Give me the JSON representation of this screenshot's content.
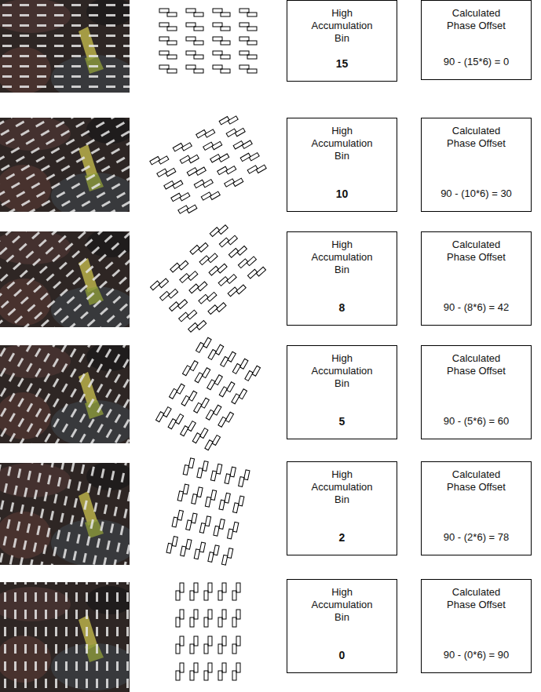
{
  "diagram": {
    "nodes": [
      {
        "text": [
          "High Accumulation Bin",
          "15"
        ]
      },
      {
        "text": [
          "Calculated Phase Offset",
          "90 - (15*6) = 0"
        ]
      },
      {
        "text": [
          "High Accumulation Bin",
          "10"
        ]
      },
      {
        "text": [
          "Calculated Phase Offset",
          "90 - (10*6) = 30"
        ]
      },
      {
        "text": [
          "High Accumulation Bin",
          "8"
        ]
      },
      {
        "text": [
          "Calculated Phase Offset",
          "90 - (8*6) = 42"
        ]
      },
      {
        "text": [
          "High Accumulation Bin",
          "5"
        ]
      },
      {
        "text": [
          "Calculated Phase Offset",
          "90 - (5*6) = 60"
        ]
      },
      {
        "text": [
          "High Accumulation Bin",
          "2"
        ]
      },
      {
        "text": [
          "Calculated Phase Offset",
          "90 - (2*6) = 78"
        ]
      },
      {
        "text": [
          "High Accumulation Bin",
          "0"
        ]
      },
      {
        "text": [
          "Calculated Phase Offset",
          "90 - (0*6) = 90"
        ]
      }
    ]
  }
}
